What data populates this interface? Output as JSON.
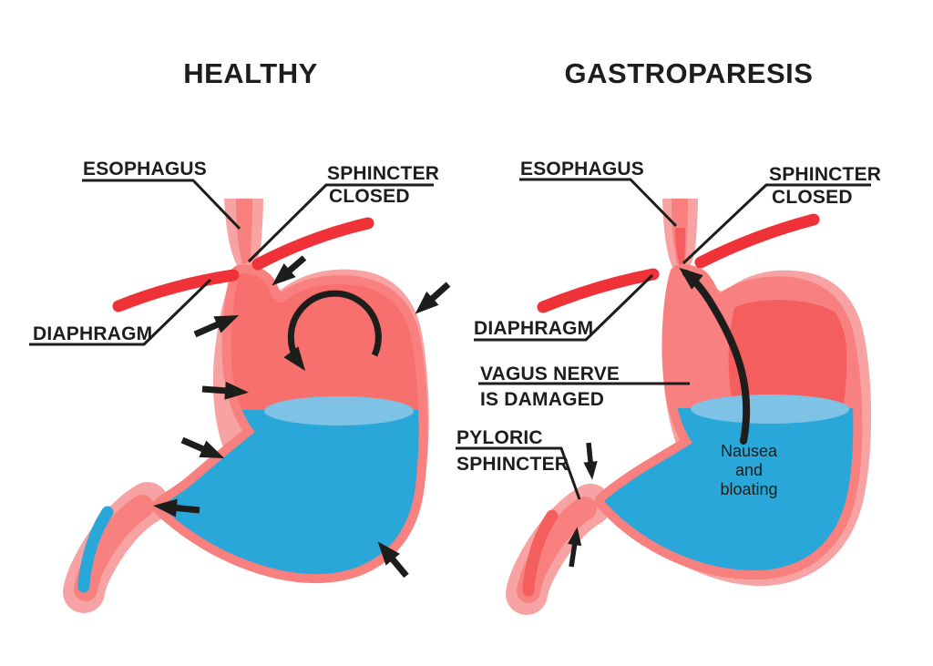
{
  "titles": {
    "left": "HEALTHY",
    "right": "GASTROPARESIS"
  },
  "left_panel": {
    "esophagus": "ESOPHAGUS",
    "sphincter_line1": "SPHINCTER",
    "sphincter_line2": "CLOSED",
    "diaphragm": "DIAPHRAGM"
  },
  "right_panel": {
    "esophagus": "ESOPHAGUS",
    "sphincter_line1": "SPHINCTER",
    "sphincter_line2": "CLOSED",
    "diaphragm": "DIAPHRAGM",
    "vagus_line1": "VAGUS NERVE",
    "vagus_line2": "IS DAMAGED",
    "pyloric_line1": "PYLORIC",
    "pyloric_line2": "SPHINCTER",
    "symptom_line1": "Nausea",
    "symptom_line2": "and",
    "symptom_line3": "bloating"
  },
  "colors": {
    "background": "#FFFFFF",
    "outline_black": "#1D1D1B",
    "stomach_outer_wall": "#F8A3A3",
    "stomach_inner_wall": "#F8807F",
    "stomach_cavity_left": "#F7706E",
    "stomach_cavity_right": "#F88080",
    "stomach_cavity_dark_patch": "#F45E5E",
    "diaphragm_red": "#EE3237",
    "liquid_blue": "#2AA7D9",
    "liquid_surface_blue": "#7EC3E5"
  }
}
